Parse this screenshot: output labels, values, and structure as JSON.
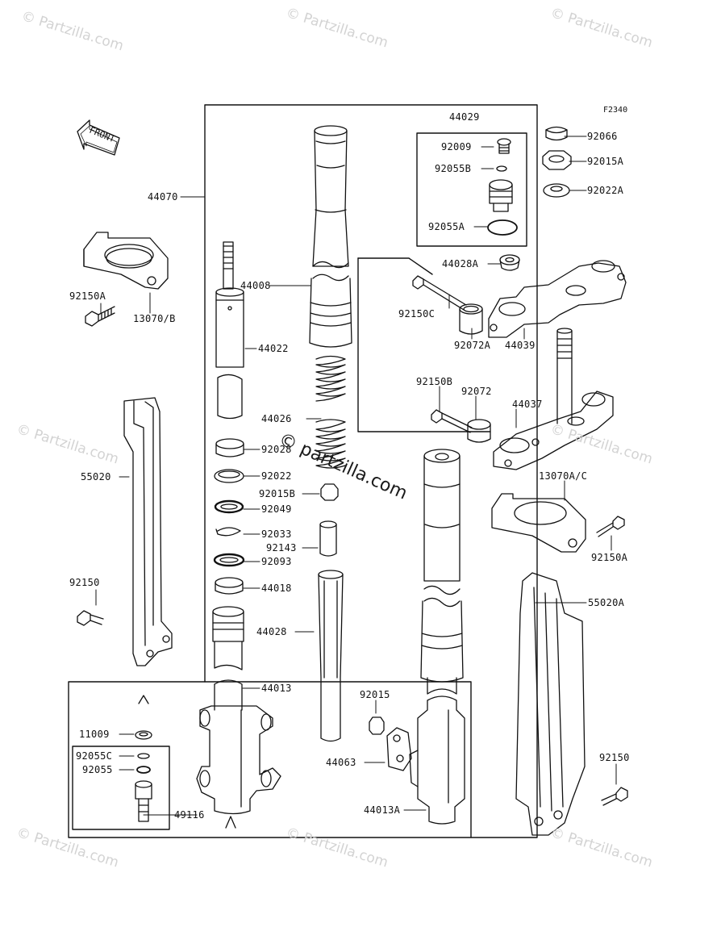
{
  "figure_code": "F2340",
  "watermark_text": "© Partzilla.com",
  "center_watermark_text": "© partzilla.com",
  "front_arrow_label": "FRONT",
  "labels": {
    "p44029": "44029",
    "p92009": "92009",
    "p92055B": "92055B",
    "p92055A": "92055A",
    "p44028A": "44028A",
    "p92066": "92066",
    "p92015A": "92015A",
    "p92022A": "92022A",
    "p44070": "44070",
    "p92150A_left": "92150A",
    "p13070B": "13070/B",
    "p44008": "44008",
    "p44022": "44022",
    "p44026": "44026",
    "p92028": "92028",
    "p92022": "92022",
    "p92015B": "92015B",
    "p92049": "92049",
    "p92033": "92033",
    "p92143": "92143",
    "p92093": "92093",
    "p44018": "44018",
    "p44028": "44028",
    "p44013": "44013",
    "p55020": "55020",
    "p92150_left": "92150",
    "p92150C": "92150C",
    "p92072A": "92072A",
    "p44039": "44039",
    "p92150B": "92150B",
    "p92072": "92072",
    "p44037": "44037",
    "p13070AC": "13070A/C",
    "p92150A_right": "92150A",
    "p55020A": "55020A",
    "p92015": "92015",
    "p44063": "44063",
    "p44013A": "44013A",
    "p92150_right": "92150",
    "p11009": "11009",
    "p92055C": "92055C",
    "p92055": "92055",
    "p49116": "49116"
  }
}
